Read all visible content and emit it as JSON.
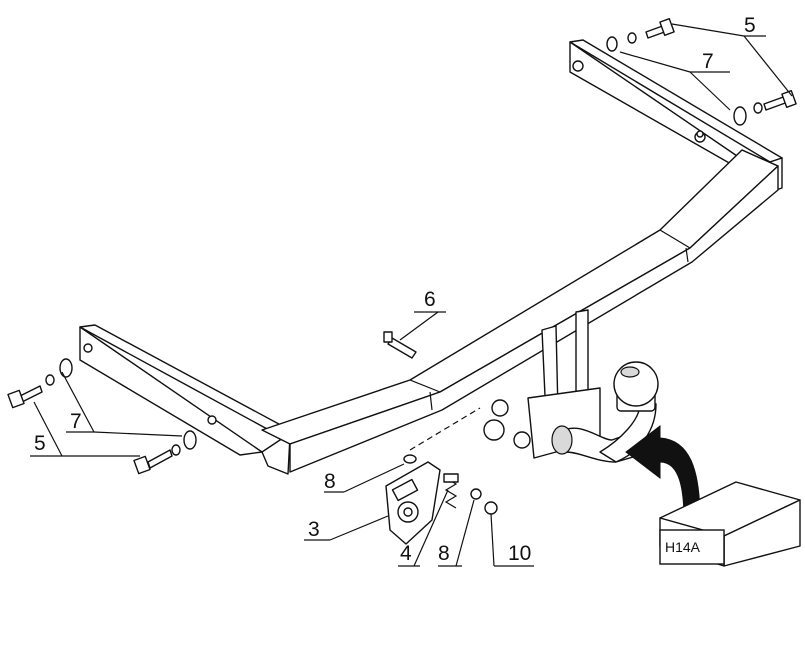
{
  "callouts": {
    "c5_top": "5",
    "c7_top": "7",
    "c6": "6",
    "c7_left": "7",
    "c5_left": "5",
    "c8_upper": "8",
    "c3": "3",
    "c4": "4",
    "c8_lower": "8",
    "c10": "10"
  },
  "box_label": "H14A",
  "colors": {
    "line": "#111111",
    "shade": "#d9d9d9",
    "background": "#ffffff"
  }
}
